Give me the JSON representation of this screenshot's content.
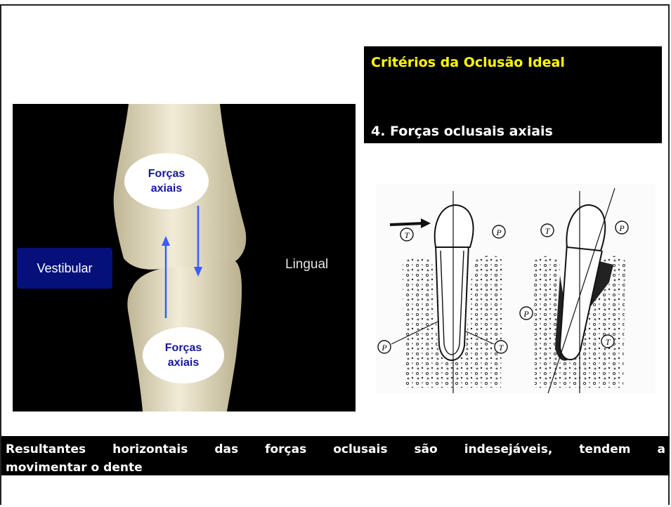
{
  "slide": {
    "title": "Critérios da Oclusão Ideal",
    "subtitle": "4. Forças oclusais axiais",
    "photo": {
      "label_left": "Vestibular",
      "label_right": "Lingual",
      "oval_top": {
        "line1": "Forças",
        "line2": "axiais"
      },
      "oval_bottom": {
        "line1": "Forças",
        "line2": "axiais"
      },
      "arrow_color": "#3b5bff"
    },
    "diagram": {
      "labels": {
        "t": "T",
        "p": "P"
      }
    },
    "bottom_text": {
      "words": [
        "Resultantes",
        "horizontais",
        "das",
        "forças",
        "oclusais",
        "são",
        "indesejáveis,",
        "tendem",
        "a"
      ],
      "line2": "movimentar o dente"
    }
  }
}
